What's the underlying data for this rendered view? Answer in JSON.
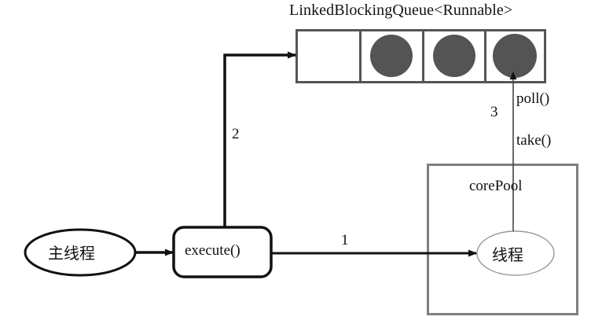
{
  "diagram": {
    "title": "LinkedBlockingQueue<Runnable>",
    "queue": {
      "label": "LinkedBlockingQueue<Runnable>",
      "cells": [
        {
          "name": "cell-empty",
          "filled": false
        },
        {
          "name": "cell-task-1",
          "filled": true
        },
        {
          "name": "cell-task-2",
          "filled": true
        },
        {
          "name": "cell-task-3",
          "filled": true
        }
      ],
      "cell_count": 4,
      "task_color": "#545454",
      "border_color": "#555555"
    },
    "nodes": {
      "main_thread": "主线程",
      "execute": "execute()",
      "core_pool": "corePool",
      "worker_thread": "线程"
    },
    "edges": {
      "step1": "1",
      "step2": "2",
      "step3": "3"
    },
    "annotations": {
      "poll": "poll()",
      "take": "take()"
    },
    "colors": {
      "stroke_dark": "#111111",
      "stroke_gray": "#808080",
      "task_fill": "#545454",
      "background": "#ffffff"
    }
  }
}
